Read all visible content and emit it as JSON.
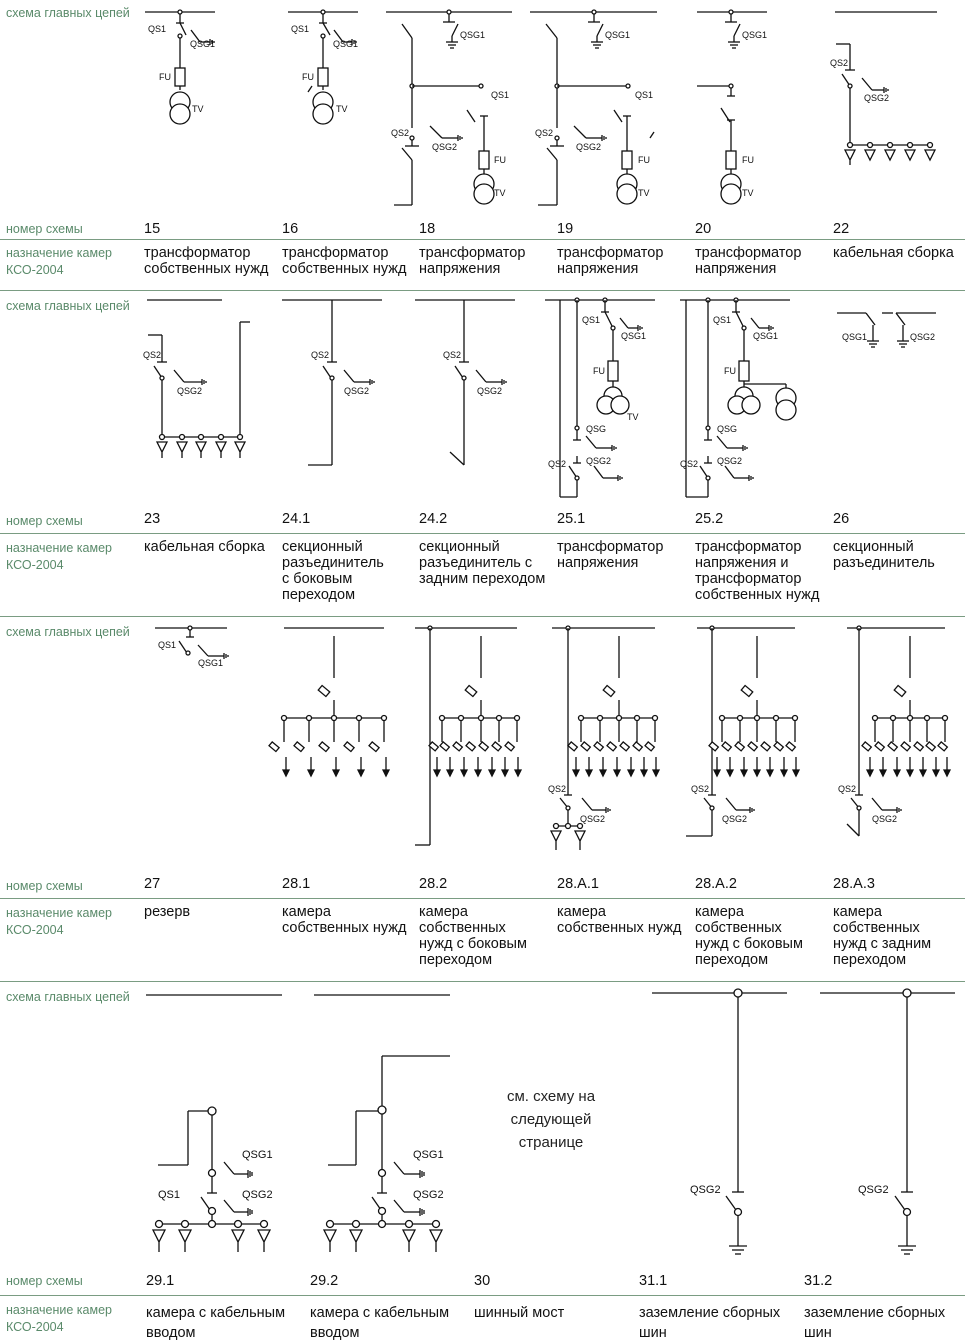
{
  "labels": {
    "main_circuits": "схема главных цепей",
    "scheme_number": "номер схемы",
    "purpose_line1": "назначение камер",
    "purpose_line2": "КСО-2004"
  },
  "rows": [
    {
      "items": [
        {
          "number": "15",
          "purpose": [
            "трансформатор",
            "собственных нужд"
          ]
        },
        {
          "number": "16",
          "purpose": [
            "трансформатор",
            "собственных нужд"
          ]
        },
        {
          "number": "18",
          "purpose": [
            "трансформатор",
            "напряжения"
          ]
        },
        {
          "number": "19",
          "purpose": [
            "трансформатор",
            "напряжения"
          ]
        },
        {
          "number": "20",
          "purpose": [
            "трансформатор",
            "напряжения"
          ]
        },
        {
          "number": "22",
          "purpose": [
            "кабельная сборка"
          ]
        }
      ]
    },
    {
      "items": [
        {
          "number": "23",
          "purpose": [
            "кабельная сборка"
          ]
        },
        {
          "number": "24.1",
          "purpose": [
            "секционный",
            "разъединитель",
            "с боковым",
            "переходом"
          ]
        },
        {
          "number": "24.2",
          "purpose": [
            "секционный",
            "разъединитель с",
            "задним переходом"
          ]
        },
        {
          "number": "25.1",
          "purpose": [
            "трансформатор",
            "напряжения"
          ]
        },
        {
          "number": "25.2",
          "purpose": [
            "трансформатор",
            "напряжения и",
            "трансформатор",
            "собственных нужд"
          ]
        },
        {
          "number": "26",
          "purpose": [
            "секционный",
            "разъединитель"
          ]
        }
      ]
    },
    {
      "items": [
        {
          "number": "27",
          "purpose": [
            "резерв"
          ]
        },
        {
          "number": "28.1",
          "purpose": [
            "камера",
            "собственных нужд"
          ]
        },
        {
          "number": "28.2",
          "purpose": [
            "камера",
            "собственных",
            "нужд с боковым",
            "переходом"
          ]
        },
        {
          "number": "28.A.1",
          "purpose": [
            "камера",
            "собственных нужд"
          ]
        },
        {
          "number": "28.A.2",
          "purpose": [
            "камера",
            "собственных",
            "нужд с боковым",
            "переходом"
          ]
        },
        {
          "number": "28.A.3",
          "purpose": [
            "камера",
            "собственных",
            "нужд с задним",
            "переходом"
          ]
        }
      ]
    },
    {
      "items": [
        {
          "number": "29.1",
          "purpose": [
            "камера с кабельным",
            "вводом"
          ]
        },
        {
          "number": "29.2",
          "purpose": [
            "камера с кабельным",
            "вводом"
          ]
        },
        {
          "number": "30",
          "purpose": [
            "шинный мост"
          ]
        },
        {
          "number": "31.1",
          "purpose": [
            "заземление сборных",
            "шин"
          ]
        },
        {
          "number": "31.2",
          "purpose": [
            "заземление сборных",
            "шин"
          ]
        }
      ]
    }
  ],
  "see_next_page": [
    "см. схему на",
    "следующей",
    "странице"
  ],
  "symbols": {
    "qs1": "QS1",
    "qs2": "QS2",
    "qsg": "QSG",
    "qsg1": "QSG1",
    "qsg2": "QSG2",
    "fu": "FU",
    "tv": "TV"
  }
}
